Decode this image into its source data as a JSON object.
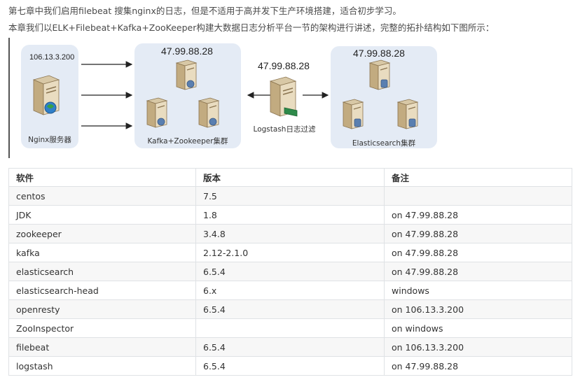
{
  "intro": {
    "line1": "第七章中我们启用filebeat 搜集nginx的日志，但是不适用于高并发下生产环境搭建，适合初步学习。",
    "line2": "本章我们以ELK+Filebeat+Kafka+ZooKeeper构建大数据日志分析平台一节的架构进行讲述，完整的拓扑结构如下图所示："
  },
  "diagram": {
    "nginx": {
      "ip": "106.13.3.200",
      "label": "Nginx服务器"
    },
    "kafka": {
      "ip": "47.99.88.28",
      "label": "Kafka+Zookeeper集群"
    },
    "logstash": {
      "ip": "47.99.88.28",
      "label": "Logstash日志过滤"
    },
    "elastic": {
      "ip": "47.99.88.28",
      "label": "Elasticsearch集群"
    },
    "zone_color": "#e4ebf5",
    "server_color": "#e9dcc0",
    "server_dark": "#b49a70"
  },
  "table": {
    "headers": [
      "软件",
      "版本",
      "备注"
    ],
    "rows": [
      [
        "centos",
        "7.5",
        ""
      ],
      [
        "JDK",
        "1.8",
        "on 47.99.88.28"
      ],
      [
        "zookeeper",
        "3.4.8",
        "on 47.99.88.28"
      ],
      [
        "kafka",
        "2.12-2.1.0",
        "on 47.99.88.28"
      ],
      [
        "elasticsearch",
        "6.5.4",
        "on 47.99.88.28"
      ],
      [
        "elasticsearch-head",
        "6.x",
        "windows"
      ],
      [
        "openresty",
        "6.5.4",
        "on 106.13.3.200"
      ],
      [
        "ZooInspector",
        "",
        "on windows"
      ],
      [
        "filebeat",
        "6.5.4",
        "on 106.13.3.200"
      ],
      [
        "logstash",
        "6.5.4",
        "on 47.99.88.28"
      ]
    ]
  }
}
